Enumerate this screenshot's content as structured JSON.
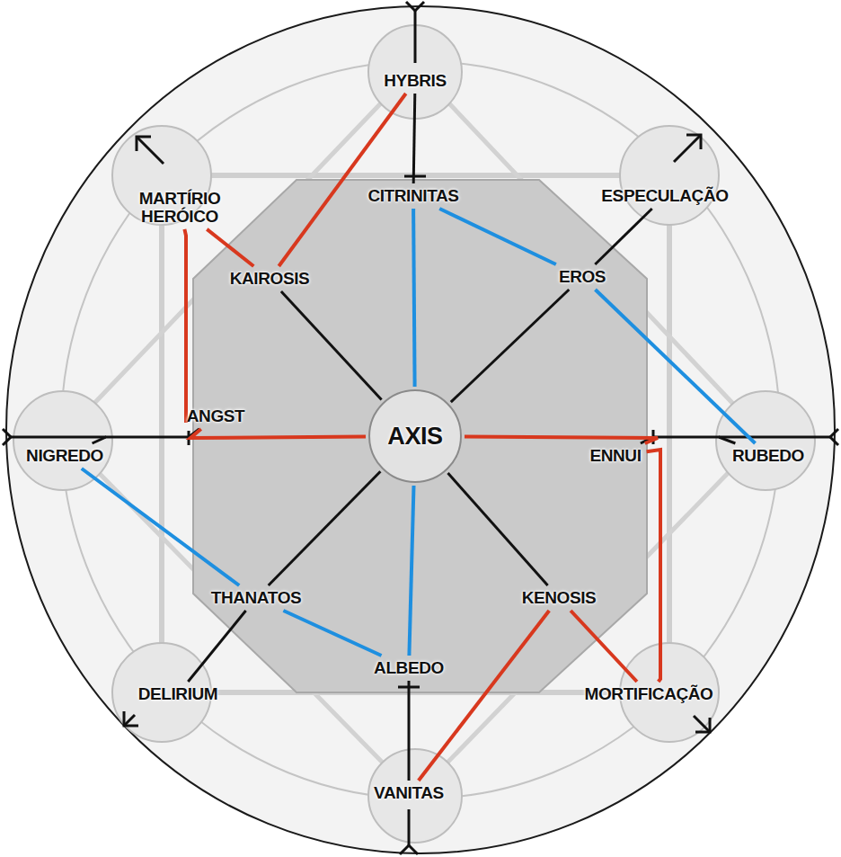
{
  "diagram": {
    "nodes": [
      {
        "text": [
          "HYBRIS"
        ]
      },
      {
        "text": [
          "MARTÍRIO HERÓICO"
        ]
      },
      {
        "text": [
          "CITRINITAS"
        ]
      },
      {
        "text": [
          "ESPECULAÇÃO"
        ]
      },
      {
        "text": [
          "KAIROSIS"
        ]
      },
      {
        "text": [
          "EROS"
        ]
      },
      {
        "text": [
          "NIGREDO"
        ]
      },
      {
        "text": [
          "ANGST"
        ]
      },
      {
        "text": [
          "AXIS"
        ]
      },
      {
        "text": [
          "ENNUI"
        ]
      },
      {
        "text": [
          "RUBEDO"
        ]
      },
      {
        "text": [
          "THANATOS"
        ]
      },
      {
        "text": [
          "KENOSIS"
        ]
      },
      {
        "text": [
          "DELIRIUM"
        ]
      },
      {
        "text": [
          "ALBEDO"
        ]
      },
      {
        "text": [
          "MORTIFICAÇÃO"
        ]
      },
      {
        "text": [
          "VANITAS"
        ]
      }
    ],
    "edges": [
      {
        "from": 8,
        "to": 4,
        "arrow": "none"
      },
      {
        "from": 8,
        "to": 5,
        "arrow": "none"
      },
      {
        "from": 8,
        "to": 11,
        "arrow": "none"
      },
      {
        "from": 8,
        "to": 12,
        "arrow": "none"
      },
      {
        "from": 2,
        "to": 0,
        "arrow": "none"
      },
      {
        "from": 7,
        "to": 6,
        "arrow": "none"
      },
      {
        "from": 9,
        "to": 10,
        "arrow": "none"
      },
      {
        "from": 14,
        "to": 16,
        "arrow": "none"
      },
      {
        "from": 5,
        "to": 3,
        "arrow": "none"
      },
      {
        "from": 11,
        "to": 13,
        "arrow": "none"
      },
      {
        "from": 8,
        "to": 7,
        "arrow": "none"
      },
      {
        "from": 7,
        "to": 1,
        "arrow": "none"
      },
      {
        "from": 1,
        "to": 4,
        "arrow": "none"
      },
      {
        "from": 4,
        "to": 0,
        "arrow": "none"
      },
      {
        "from": 8,
        "to": 9,
        "arrow": "none"
      },
      {
        "from": 9,
        "to": 15,
        "arrow": "none"
      },
      {
        "from": 15,
        "to": 12,
        "arrow": "none"
      },
      {
        "from": 12,
        "to": 16,
        "arrow": "none"
      },
      {
        "from": 2,
        "to": 8,
        "arrow": "none"
      },
      {
        "from": 8,
        "to": 14,
        "arrow": "none"
      },
      {
        "from": 2,
        "to": 5,
        "arrow": "none"
      },
      {
        "from": 5,
        "to": 10,
        "arrow": "none"
      },
      {
        "from": 14,
        "to": 11,
        "arrow": "none"
      },
      {
        "from": 11,
        "to": 6,
        "arrow": "none"
      }
    ]
  }
}
